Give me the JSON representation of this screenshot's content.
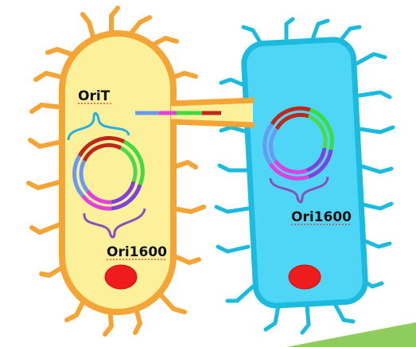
{
  "labels": {
    "donor_origin_transfer": "OriT",
    "donor_origin_replication": "Ori1600",
    "recipient_origin_replication": "Ori1600"
  },
  "cells": {
    "donor": {
      "name": "donor cell",
      "fill": "#fdf09a",
      "border": "#f5a436"
    },
    "recipient": {
      "name": "recipient cell",
      "fill": "#4fd6f7",
      "border": "#1bbbe0"
    }
  },
  "colors": {
    "nucleoid": "#ee1c1c",
    "bracket": "#8a4fb8",
    "orit_bracket": "#29aee0",
    "spelling_underline": "#e03030",
    "corner_accent": "#8fcc5e",
    "plasmid_arc_sequence": [
      "#c0271a",
      "#3cdc3c",
      "#8040dc",
      "#e040e0",
      "#6a9af0",
      "#4bd94b"
    ]
  },
  "icons": [
    "plasmid-ring-icon",
    "nucleoid-icon",
    "pilus-bridge-icon",
    "dna-strand-icon"
  ]
}
